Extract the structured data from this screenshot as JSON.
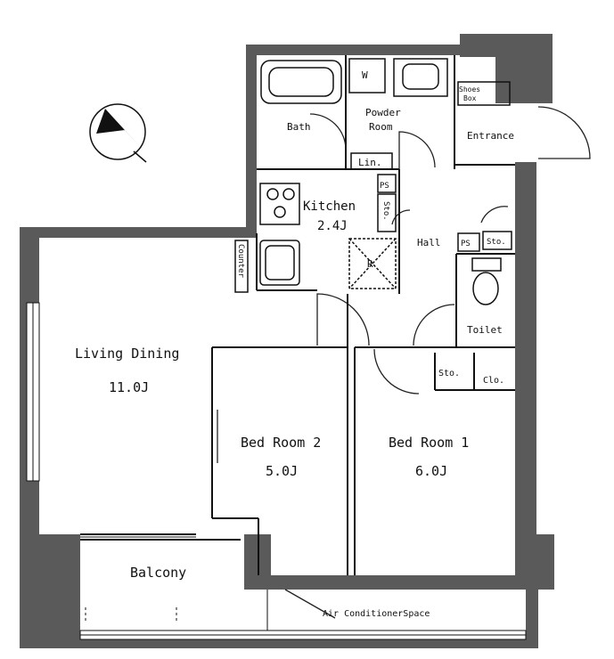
{
  "rooms": {
    "bath": "Bath",
    "powder_room_line1": "Powder",
    "powder_room_line2": "Room",
    "washer": "W",
    "shoes_box_line1": "Shoes",
    "shoes_box_line2": "Box",
    "entrance": "Entrance",
    "linen": "Lin.",
    "ps_kitchen": "PS",
    "storage_kitchen": "Sto.",
    "kitchen": "Kitchen",
    "kitchen_size": "2.4J",
    "refrigerator": "R",
    "hall": "Hall",
    "ps_hall": "PS",
    "storage_hall": "Sto.",
    "counter": "Counter",
    "toilet": "Toilet",
    "living_dining": "Living Dining",
    "living_dining_size": "11.0J",
    "storage_bed1": "Sto.",
    "closet_bed1": "Clo.",
    "bedroom2": "Bed Room 2",
    "bedroom2_size": "5.0J",
    "bedroom1": "Bed Room 1",
    "bedroom1_size": "6.0J",
    "balcony": "Balcony",
    "air_conditioner_space": "Air ConditionerSpace"
  }
}
